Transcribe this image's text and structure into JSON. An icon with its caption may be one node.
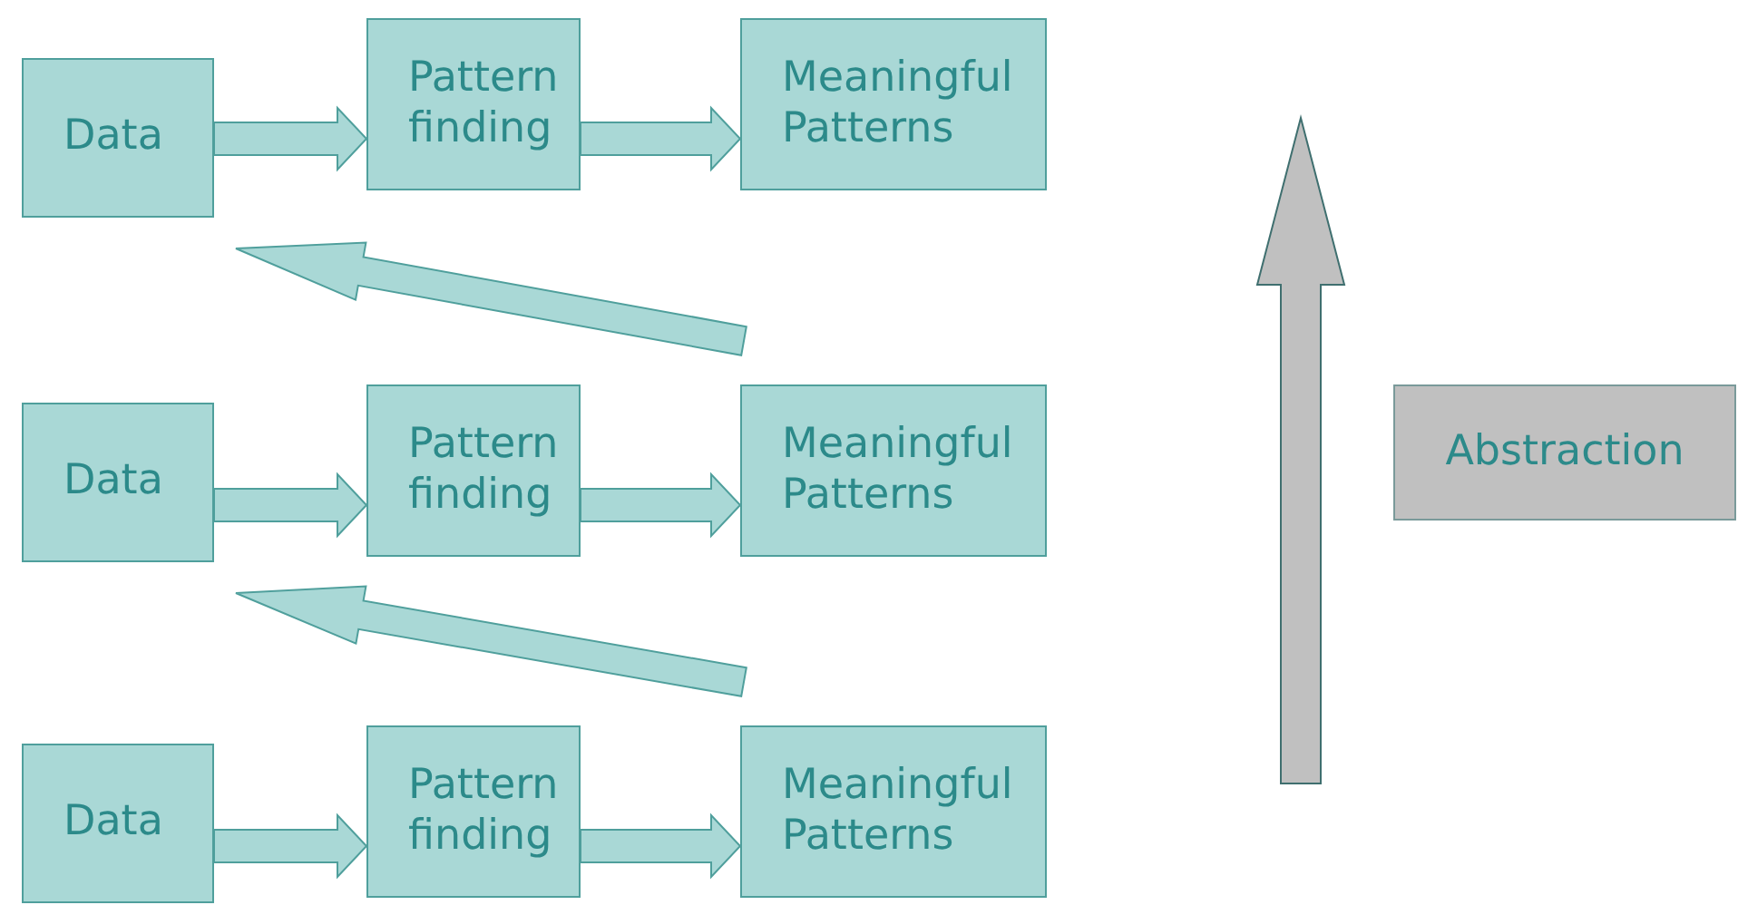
{
  "diagram": {
    "nodes": [
      {
        "text": [
          "Data"
        ]
      },
      {
        "text": [
          "Pattern finding"
        ]
      },
      {
        "text": [
          "Meaningful Patterns"
        ]
      },
      {
        "text": [
          "Data"
        ]
      },
      {
        "text": [
          "Pattern finding"
        ]
      },
      {
        "text": [
          "Meaningful Patterns"
        ]
      },
      {
        "text": [
          "Data"
        ]
      },
      {
        "text": [
          "Pattern finding"
        ]
      },
      {
        "text": [
          "Meaningful Patterns"
        ]
      },
      {
        "text": [
          "Abstraction"
        ]
      }
    ],
    "edges": [
      {
        "from": 0,
        "to": 1,
        "arrow": "to",
        "style": "thick"
      },
      {
        "from": 1,
        "to": 2,
        "arrow": "to",
        "style": "thick"
      },
      {
        "from": 5,
        "to": 0,
        "arrow": "to",
        "style": "thick"
      },
      {
        "from": 3,
        "to": 4,
        "arrow": "to",
        "style": "thick"
      },
      {
        "from": 4,
        "to": 5,
        "arrow": "to",
        "style": "thick"
      },
      {
        "from": 8,
        "to": 3,
        "arrow": "to",
        "style": "thick"
      },
      {
        "from": 6,
        "to": 7,
        "arrow": "to",
        "style": "thick"
      },
      {
        "from": 7,
        "to": 8,
        "arrow": "to",
        "style": "thick"
      }
    ]
  }
}
